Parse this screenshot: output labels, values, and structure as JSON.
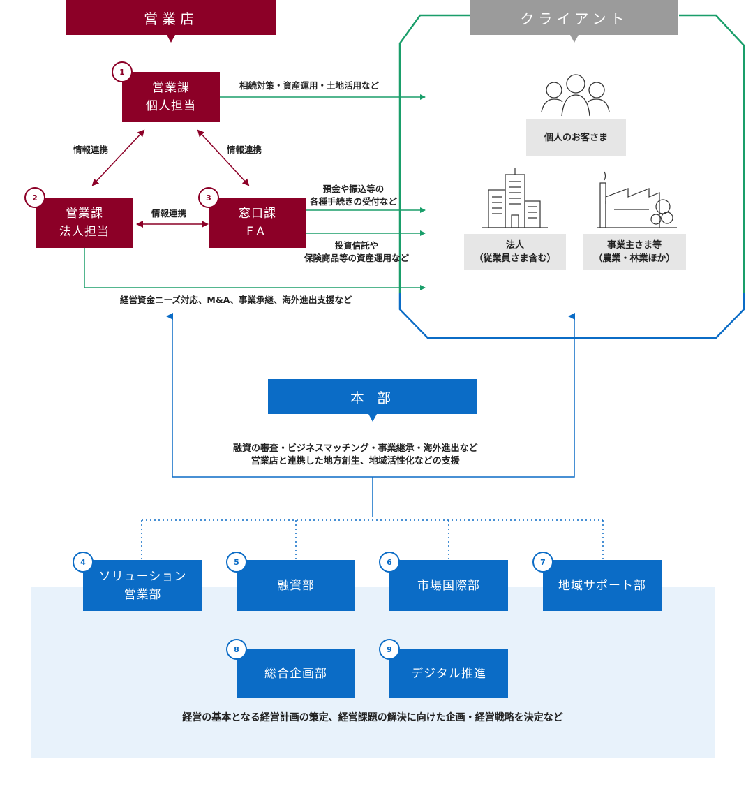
{
  "headers": {
    "branch": "営業店",
    "client": "クライアント",
    "hq": "本 部"
  },
  "branch_units": [
    {
      "num": "1",
      "line1": "営業課",
      "line2": "個人担当"
    },
    {
      "num": "2",
      "line1": "営業課",
      "line2": "法人担当"
    },
    {
      "num": "3",
      "line1": "窓口課",
      "line2": "FA"
    }
  ],
  "info_sharing": [
    "情報連携",
    "情報連携",
    "情報連携"
  ],
  "flow_labels": {
    "individual": "相続対策・資産運用・土地活用など",
    "window_top_1": "預金や振込等の",
    "window_top_2": "各種手続きの受付など",
    "window_bottom_1": "投資信託や",
    "window_bottom_2": "保険商品等の資産運用など",
    "corporate": "経営資金ニーズ対応、M&A、事業承継、海外進出支援など"
  },
  "clients": {
    "individual": "個人のお客さま",
    "corporate_1": "法人",
    "corporate_2": "（従業員さま含む）",
    "business_1": "事業主さま等",
    "business_2": "（農業・林業ほか）"
  },
  "hq_desc": {
    "line1": "融資の審査・ビジネスマッチング・事業継承・海外進出など",
    "line2": "営業店と連携した地方創生、地域活性化などの支援"
  },
  "departments": [
    {
      "num": "4",
      "line1": "ソリューション",
      "line2": "営業部"
    },
    {
      "num": "5",
      "line1": "融資部",
      "line2": ""
    },
    {
      "num": "6",
      "line1": "市場国際部",
      "line2": ""
    },
    {
      "num": "7",
      "line1": "地域サポート部",
      "line2": ""
    },
    {
      "num": "8",
      "line1": "総合企画部",
      "line2": ""
    },
    {
      "num": "9",
      "line1": "デジタル推進",
      "line2": ""
    }
  ],
  "bottom_text": "経営の基本となる経営計画の策定、経営課題の解決に向けた企画・経営戦略を決定など",
  "colors": {
    "red": "#8c0027",
    "blue": "#0b6cc6",
    "green": "#1a9e6a",
    "gray": "#9b9b9b",
    "panel": "#e8f2fb"
  },
  "icons": [
    "people-icon",
    "buildings-icon",
    "factory-icon"
  ]
}
